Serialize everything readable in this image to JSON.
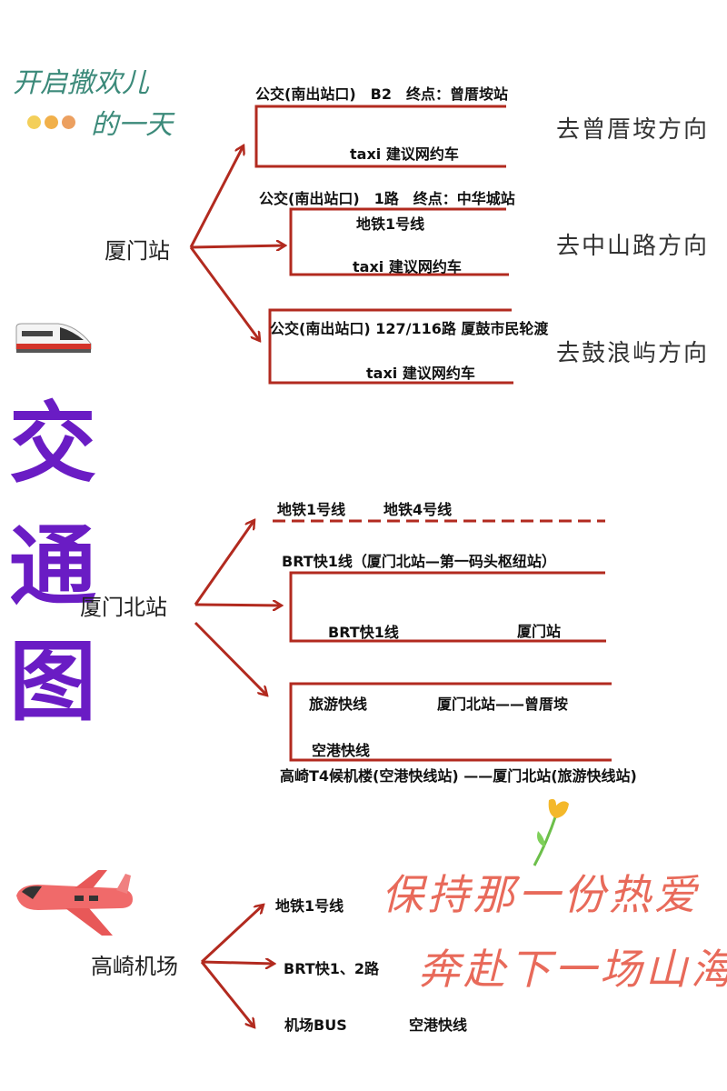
{
  "header_handwriting": {
    "line1": "开启撒欢儿",
    "line2": "的一天"
  },
  "title_chars": [
    "交",
    "通",
    "图"
  ],
  "accent_color": "#b22a1f",
  "title_color": "#6a1cc4",
  "sections": [
    {
      "hub": "厦门站",
      "icon": "train-icon",
      "branches": [
        {
          "direction": "去曾厝垵方向",
          "top": "公交(南出站口)　B2　终点：曾厝垵站",
          "bottom": "taxi 建议网约车"
        },
        {
          "direction": "去中山路方向",
          "top": "公交(南出站口)　1路　终点：中华城站",
          "middle": "地铁1号线",
          "bottom": "taxi 建议网约车"
        },
        {
          "direction": "去鼓浪屿方向",
          "top": "公交(南出站口)  127/116路  厦鼓市民轮渡",
          "bottom": "taxi 建议网约车"
        }
      ]
    },
    {
      "hub": "厦门北站",
      "branches": [
        {
          "items": [
            "地铁1号线",
            "地铁4号线"
          ]
        },
        {
          "top": "BRT快1线（厦门北站—第一码头枢纽站）",
          "bottom_left": "BRT快1线",
          "bottom_right": "厦门站"
        },
        {
          "top_left": "旅游快线",
          "top_right": "厦门北站——曾厝垵",
          "bottom_left": "空港快线",
          "footer": "高崎T4候机楼(空港快线站) ——厦门北站(旅游快线站)"
        }
      ]
    },
    {
      "hub": "高崎机场",
      "icon": "airplane-icon",
      "branches": [
        {
          "label": "地铁1号线"
        },
        {
          "label": "BRT快1、2路"
        },
        {
          "label": "机场BUS",
          "label2": "空港快线"
        }
      ]
    }
  ],
  "footer_handwriting": {
    "line1": "保持那一份热爱",
    "line2": "奔赴下一场山海"
  }
}
